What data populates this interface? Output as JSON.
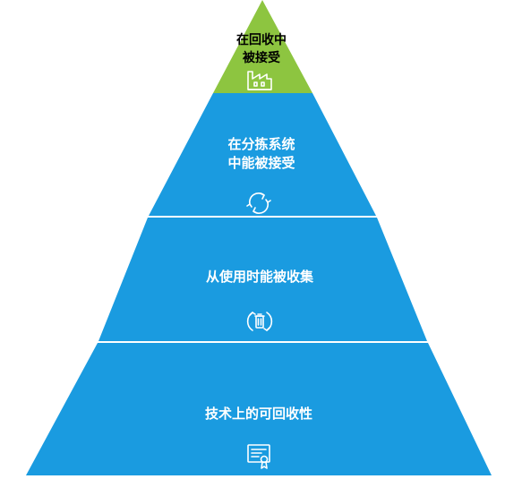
{
  "tiers": [
    {
      "line1": "在回收中",
      "line2": "被接受",
      "icon": "factory-icon",
      "color": "#8dc540",
      "text_color": "#000000"
    },
    {
      "line1": "在分拣系统",
      "line2": "中能被接受",
      "icon": "recycle-arrows-icon",
      "color": "#1a9be0",
      "text_color": "#ffffff"
    },
    {
      "line1": "从使用时能被收集",
      "icon": "recycle-bin-icon",
      "color": "#1a9be0",
      "text_color": "#ffffff"
    },
    {
      "line1": "技术上的可回收性",
      "icon": "certificate-icon",
      "color": "#1a9be0",
      "text_color": "#ffffff"
    }
  ],
  "colors": {
    "divider": "#ffffff",
    "icon_stroke": "#ffffff"
  }
}
